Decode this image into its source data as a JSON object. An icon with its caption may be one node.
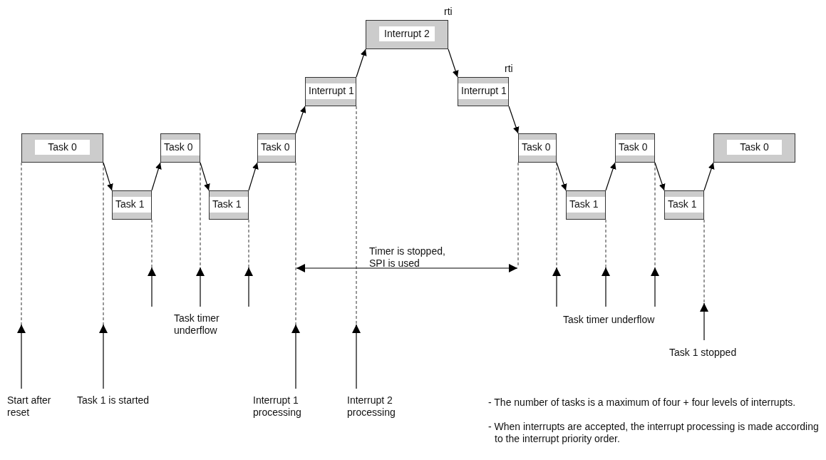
{
  "diagram": {
    "nodes": [
      {
        "text": [
          "Task 0"
        ]
      },
      {
        "text": [
          "Task 1"
        ]
      },
      {
        "text": [
          "Task 0"
        ]
      },
      {
        "text": [
          "Task 1"
        ]
      },
      {
        "text": [
          "Task 0"
        ]
      },
      {
        "text": [
          "Interrupt 1"
        ]
      },
      {
        "text": [
          "Interrupt 2"
        ],
        "beside": [
          "rti"
        ]
      },
      {
        "text": [
          "Interrupt 1"
        ],
        "beside": [
          "rti"
        ]
      },
      {
        "text": [
          "Task 0"
        ]
      },
      {
        "text": [
          "Task 1"
        ]
      },
      {
        "text": [
          "Task 0"
        ]
      },
      {
        "text": [
          "Task 1"
        ]
      },
      {
        "text": [
          "Task 0"
        ]
      }
    ],
    "edges": [
      {
        "from": 0,
        "to": 1,
        "arrow": "to"
      },
      {
        "from": 1,
        "to": 2,
        "arrow": "to"
      },
      {
        "from": 2,
        "to": 3,
        "arrow": "to"
      },
      {
        "from": 3,
        "to": 4,
        "arrow": "to"
      },
      {
        "from": 4,
        "to": 5,
        "arrow": "to"
      },
      {
        "from": 5,
        "to": 6,
        "arrow": "to"
      },
      {
        "from": 6,
        "to": 7,
        "arrow": "to"
      },
      {
        "from": 7,
        "to": 8,
        "arrow": "to"
      },
      {
        "from": 8,
        "to": 9,
        "arrow": "to"
      },
      {
        "from": 9,
        "to": 10,
        "arrow": "to"
      },
      {
        "from": 10,
        "to": 11,
        "arrow": "to"
      },
      {
        "from": 11,
        "to": 12,
        "arrow": "to"
      }
    ],
    "labels": [
      "Timer is stopped, SPI is used",
      "Task timer underflow",
      "Task timer underflow",
      "Task 1 stopped",
      "Start after reset",
      "Task 1 is started",
      "Interrupt 1 processing",
      "Interrupt 2 processing",
      "- The number of tasks is a maximum of four + four levels of interrupts.",
      "- When interrupts are accepted, the interrupt processing is made according to the interrupt priority order."
    ]
  }
}
